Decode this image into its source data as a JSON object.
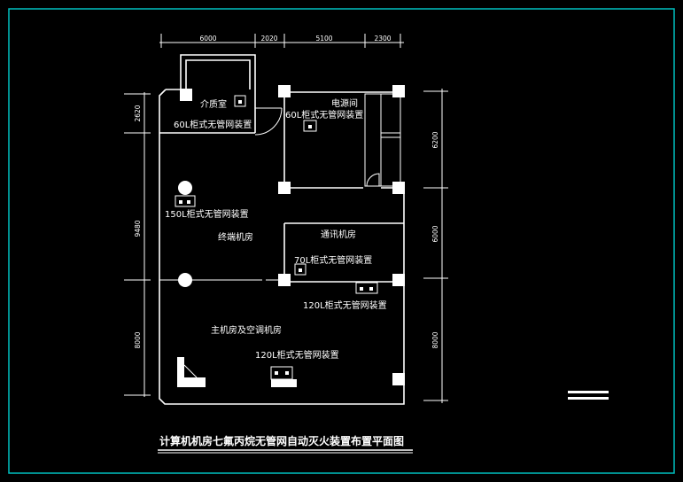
{
  "title": "计算机机房七氟丙烷无管网自动灭火装置布置平面图",
  "colors": {
    "background": "#000000",
    "frame": "#00c0c0",
    "lines": "#ffffff"
  },
  "top_dimensions": [
    "6000",
    "2020",
    "5100",
    "2300"
  ],
  "left_dimensions": [
    "2620",
    "9480",
    "8000"
  ],
  "right_dimensions": [
    "6200",
    "6000",
    "8000"
  ],
  "rooms": {
    "media": "介质室",
    "power": "电源间",
    "terminal": "终端机房",
    "comm": "通讯机房",
    "main": "主机房及空调机房"
  },
  "devices": {
    "media": "60L柜式无管网装置",
    "power": "60L柜式无管网装置",
    "terminal": "150L柜式无管网装置",
    "comm_a": "70L柜式无管网装置",
    "comm_b": "120L柜式无管网装置",
    "main": "120L柜式无管网装置"
  }
}
